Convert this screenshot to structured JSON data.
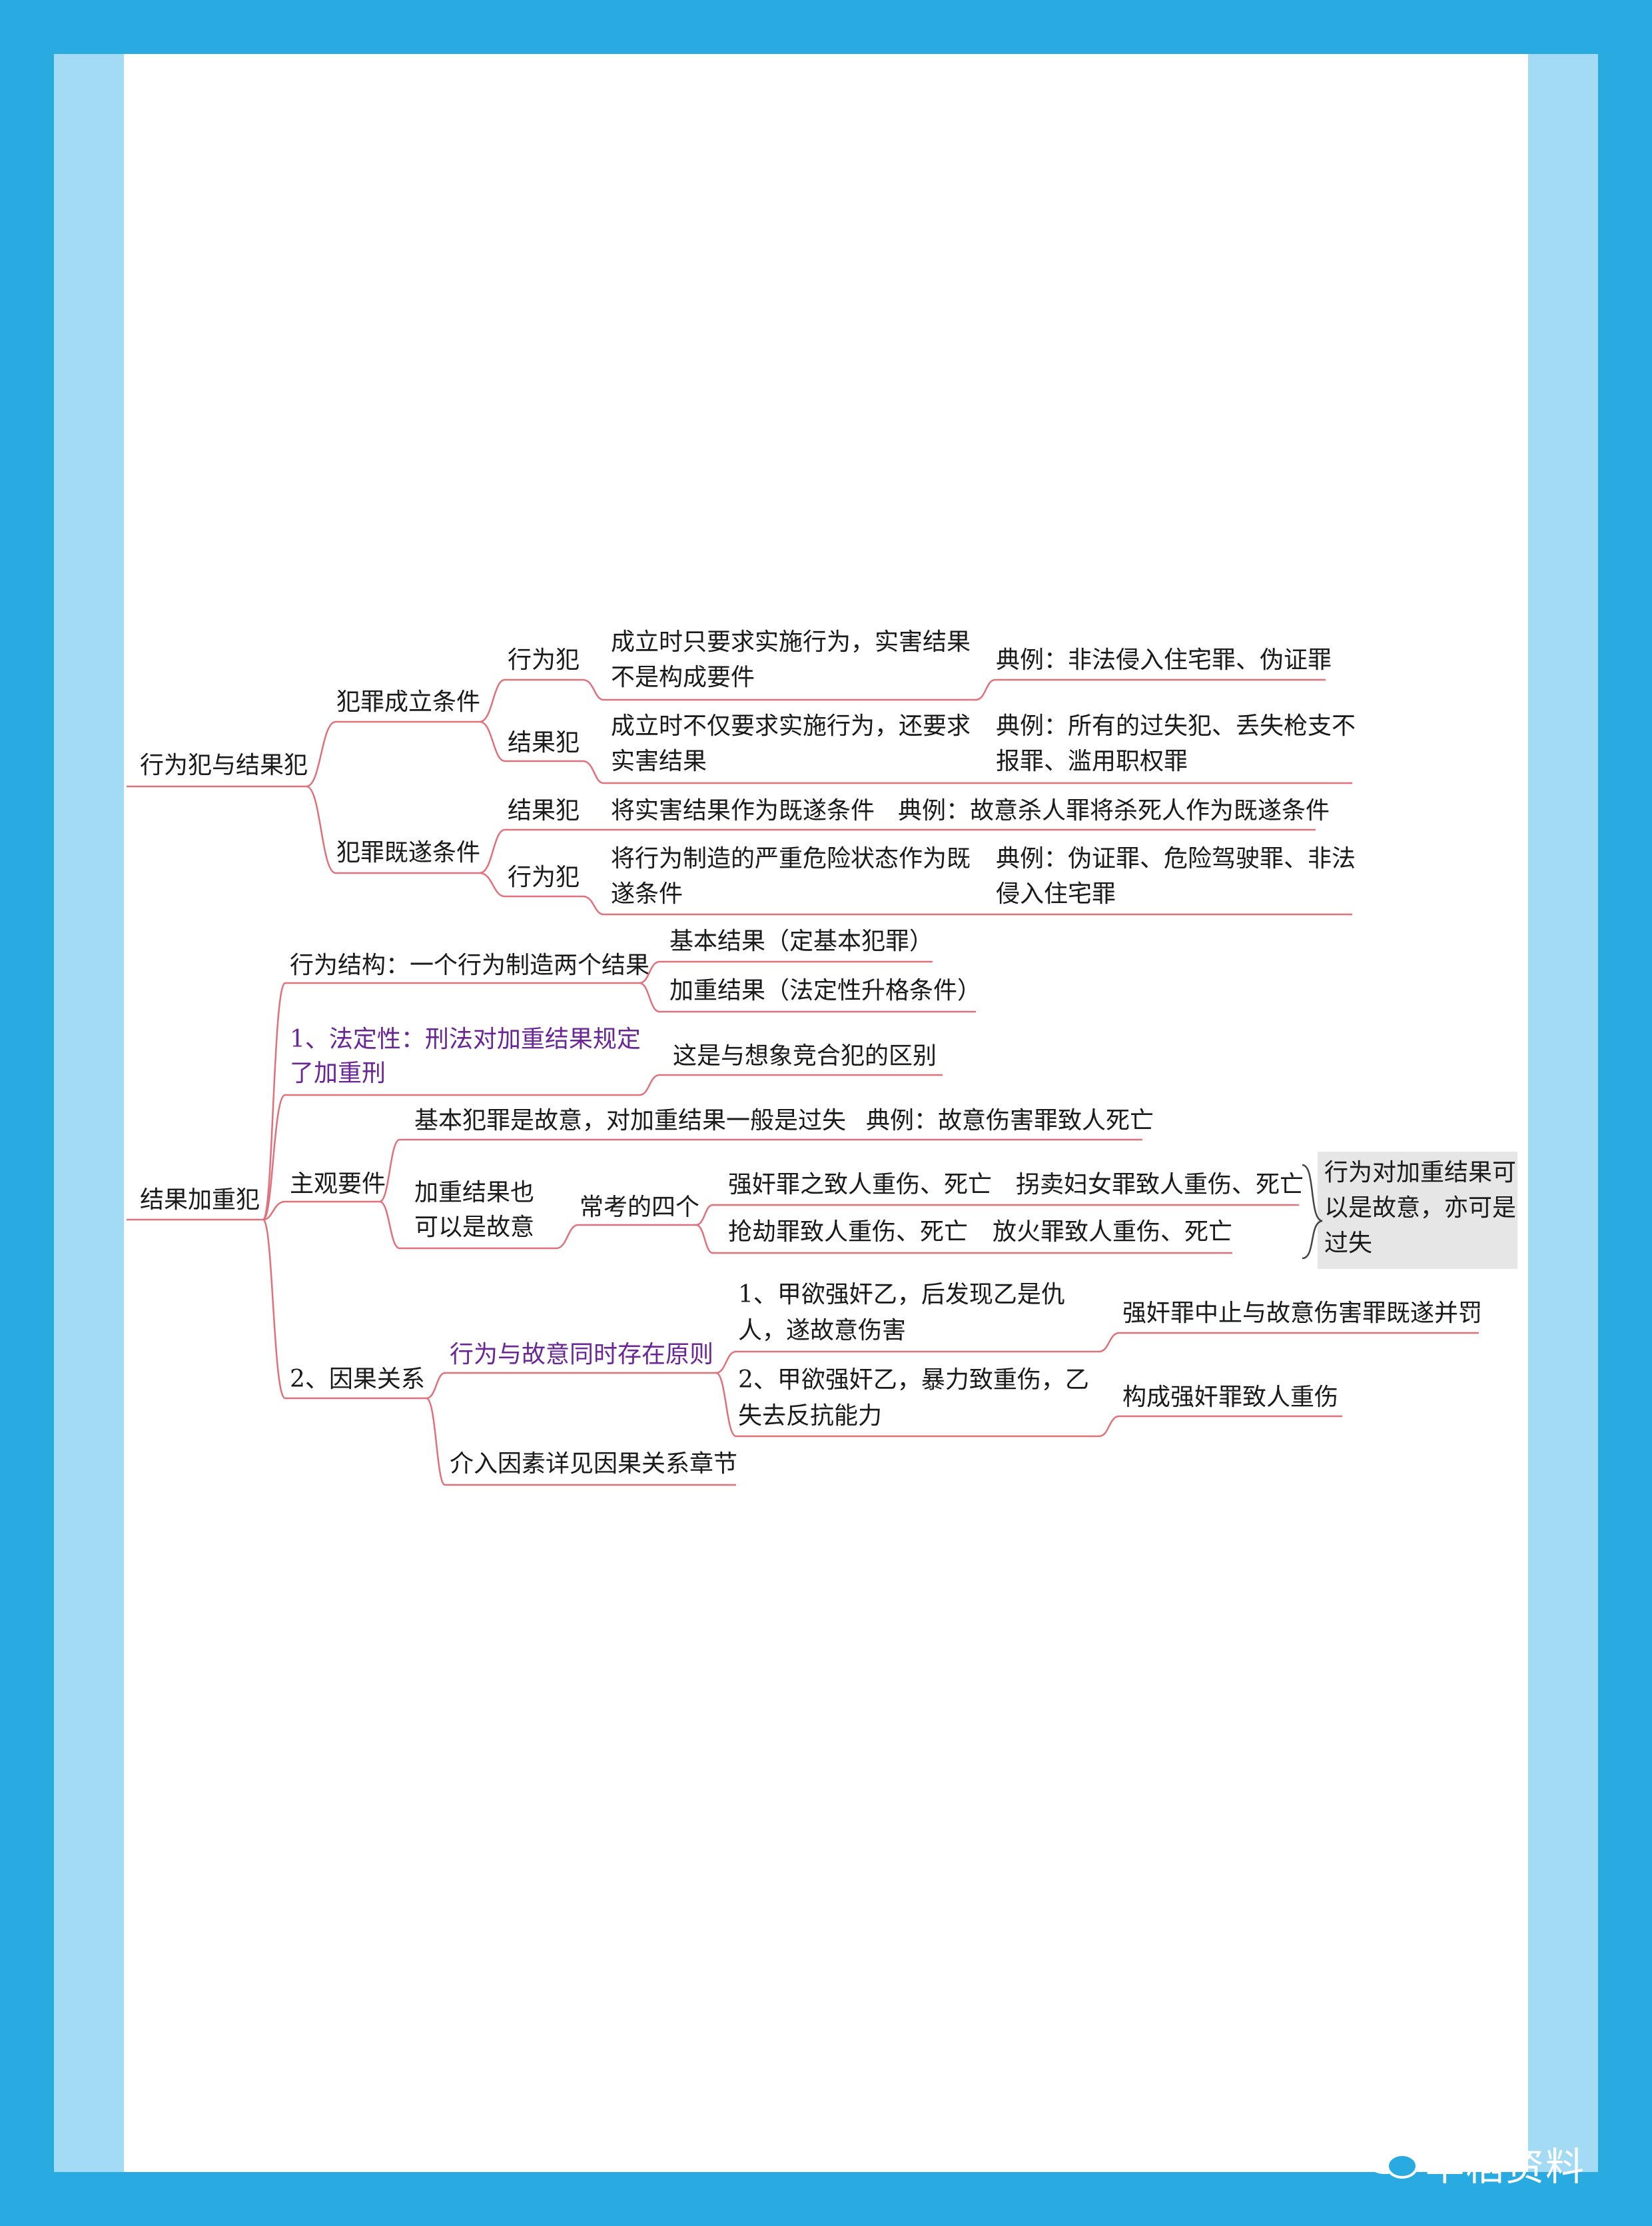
{
  "nodes": {
    "root1": "行为犯与结果犯",
    "root2": "结果加重犯",
    "a1": "犯罪成立条件",
    "a2": "犯罪既遂条件",
    "a1_1": "行为犯",
    "a1_1_desc1": "成立时只要求实施行为，实害结果",
    "a1_1_desc2": "不是构成要件",
    "a1_1_ex": "典例：非法侵入住宅罪、伪证罪",
    "a1_2": "结果犯",
    "a1_2_desc1": "成立时不仅要求实施行为，还要求",
    "a1_2_desc2": "实害结果",
    "a1_2_ex1": "典例：所有的过失犯、丢失枪支不",
    "a1_2_ex2": "报罪、滥用职权罪",
    "a2_1": "结果犯",
    "a2_1_desc": "将实害结果作为既遂条件",
    "a2_1_ex": "典例：故意杀人罪将杀死人作为既遂条件",
    "a2_2": "行为犯",
    "a2_2_desc1": "将行为制造的严重危险状态作为既",
    "a2_2_desc2": "遂条件",
    "a2_2_ex1": "典例：伪证罪、危险驾驶罪、非法",
    "a2_2_ex2": "侵入住宅罪",
    "b1": "行为结构：一个行为制造两个结果",
    "b1_1": "基本结果（定基本犯罪）",
    "b1_2": "加重结果（法定性升格条件）",
    "b2_1": "1、法定性：刑法对加重结果规定",
    "b2_2": "了加重刑",
    "b2_note": "这是与想象竞合犯的区别",
    "b3": "主观要件",
    "b3_1": "基本犯罪是故意，对加重结果一般是过失",
    "b3_1_ex": "典例：故意伤害罪致人死亡",
    "b3_2a": "加重结果也",
    "b3_2b": "可以是故意",
    "b3_2_c": "常考的四个",
    "b3_2_i1": "强奸罪之致人重伤、死亡",
    "b3_2_i2": "拐卖妇女罪致人重伤、死亡",
    "b3_2_i3": "抢劫罪致人重伤、死亡",
    "b3_2_i4": "放火罪致人重伤、死亡",
    "b3_note1": "行为对加重结果可",
    "b3_note2": "以是故意，亦可是",
    "b3_note3": "过失",
    "b4": "2、因果关系",
    "b4_1": "行为与故意同时存在原则",
    "b4_1_c1a": "1、甲欲强奸乙，后发现乙是仇",
    "b4_1_c1b": "人，遂故意伤害",
    "b4_1_r1": "强奸罪中止与故意伤害罪既遂并罚",
    "b4_1_c2a": "2、甲欲强奸乙，暴力致重伤，乙",
    "b4_1_c2b": "失去反抗能力",
    "b4_1_r2": "构成强奸罪致人重伤",
    "b4_2": "介入因素详见因果关系章节"
  },
  "watermark": "早稻资料",
  "colors": {
    "line": "#e0707a",
    "outer": "#29abe2",
    "inner": "#a3daf4",
    "purple": "#6a2596",
    "note_bg": "#e6e6e6"
  }
}
